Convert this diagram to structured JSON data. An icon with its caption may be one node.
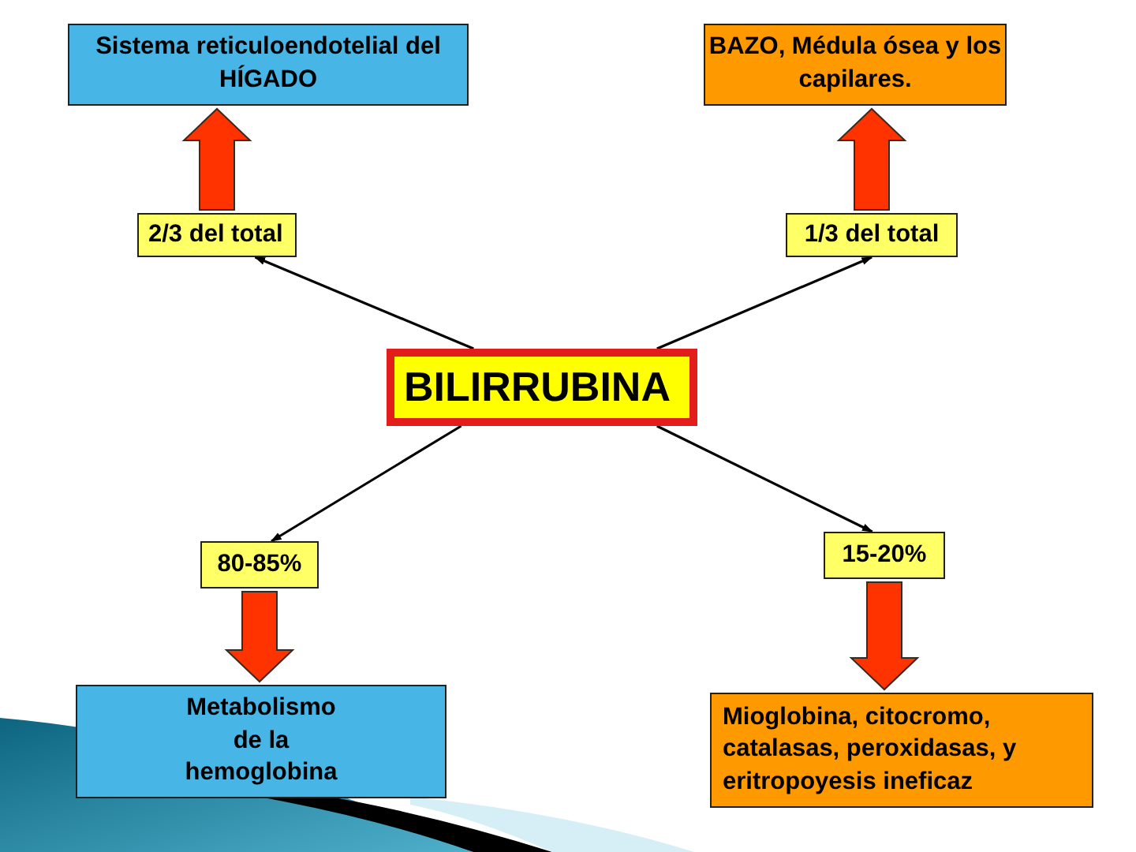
{
  "diagram": {
    "nodes": [
      {
        "text": [
          "Sistema reticuloendotelial del HÍGADO"
        ]
      },
      {
        "text": [
          "BAZO, Médula ósea y los capilares."
        ]
      },
      {
        "text": [
          "2/3 del total"
        ]
      },
      {
        "text": [
          "1/3 del total"
        ]
      },
      {
        "text": [
          "BILIRRUBINA"
        ]
      },
      {
        "text": [
          "80-85%"
        ]
      },
      {
        "text": [
          "15-20%"
        ]
      },
      {
        "text": [
          "Metabolismo de la hemoglobina"
        ]
      },
      {
        "text": [
          "Mioglobina, citocromo, catalasas, peroxidasas, y eritropoyesis ineficaz"
        ]
      }
    ],
    "edges": [
      {
        "from": 4,
        "to": 2,
        "arrow": "to"
      },
      {
        "from": 4,
        "to": 3,
        "arrow": "to"
      },
      {
        "from": 4,
        "to": 5,
        "arrow": "to"
      },
      {
        "from": 4,
        "to": 6,
        "arrow": "to"
      },
      {
        "from": 2,
        "to": 0,
        "arrow": "to",
        "style": "thick",
        "color": "#ff3300"
      },
      {
        "from": 3,
        "to": 1,
        "arrow": "to",
        "style": "thick",
        "color": "#ff3300"
      },
      {
        "from": 5,
        "to": 7,
        "arrow": "to",
        "style": "thick",
        "color": "#ff3300"
      },
      {
        "from": 6,
        "to": 8,
        "arrow": "to",
        "style": "thick",
        "color": "#ff3300"
      }
    ]
  }
}
